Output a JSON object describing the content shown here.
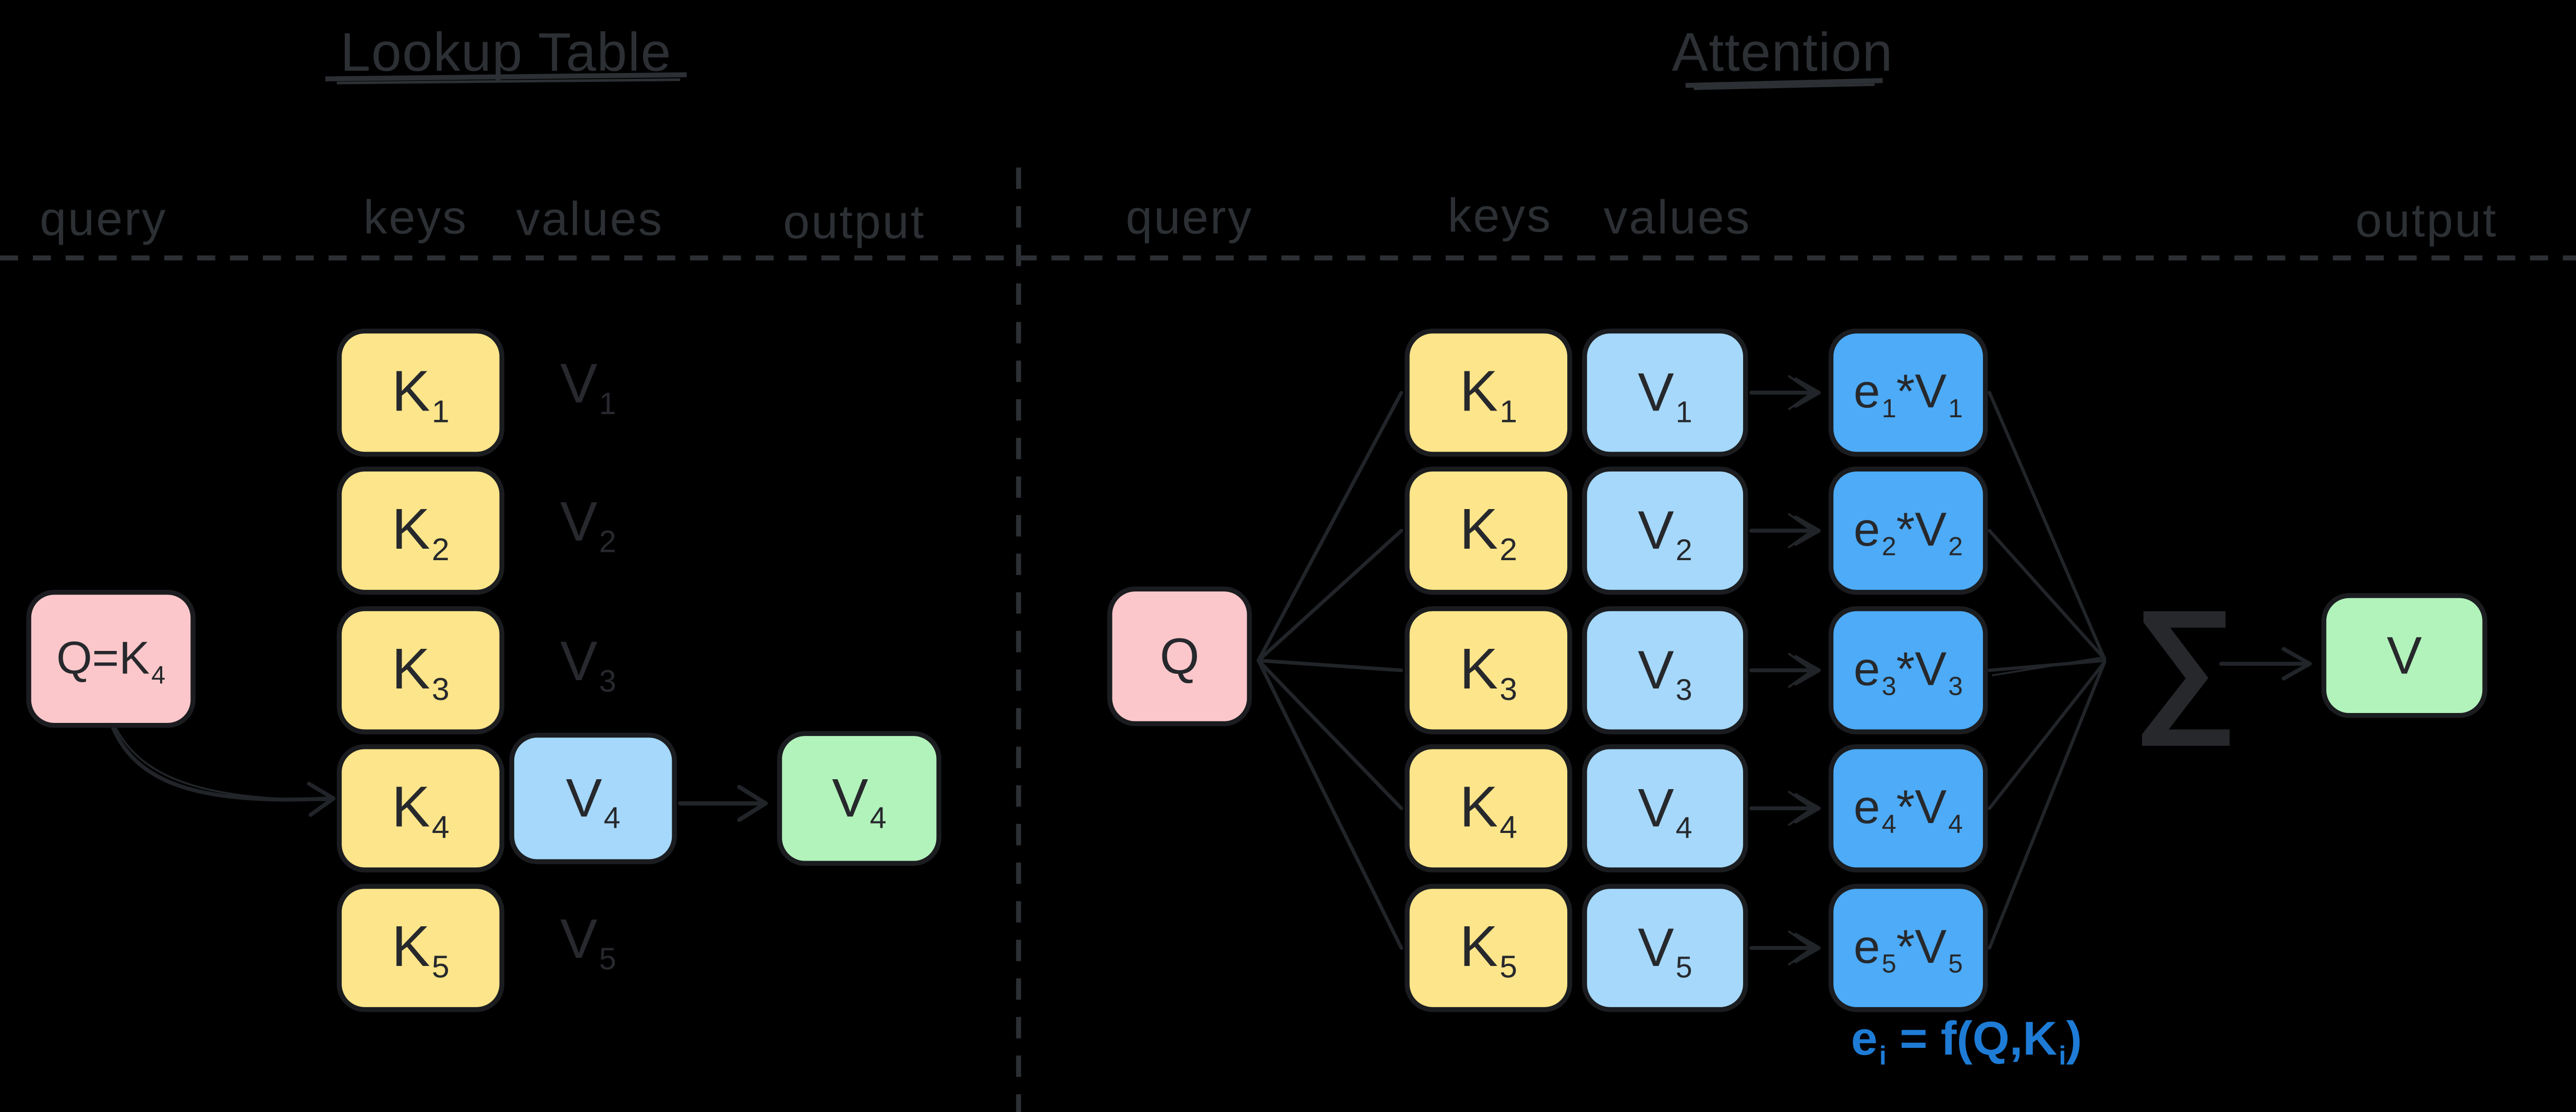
{
  "left": {
    "title": "Lookup Table",
    "headers": [
      "query",
      "keys",
      "values",
      "output"
    ],
    "query_box": {
      "text": "Q=K",
      "sub": "4"
    },
    "keys": [
      {
        "text": "K",
        "sub": "1"
      },
      {
        "text": "K",
        "sub": "2"
      },
      {
        "text": "K",
        "sub": "3"
      },
      {
        "text": "K",
        "sub": "4"
      },
      {
        "text": "K",
        "sub": "5"
      }
    ],
    "ghost_values": [
      {
        "text": "V",
        "sub": "1"
      },
      {
        "text": "V",
        "sub": "2"
      },
      {
        "text": "V",
        "sub": "3"
      },
      {
        "text": "V",
        "sub": "5"
      }
    ],
    "value_box": {
      "text": "V",
      "sub": "4"
    },
    "output_box": {
      "text": "V",
      "sub": "4"
    }
  },
  "right": {
    "title": "Attention",
    "headers": [
      "query",
      "keys",
      "values",
      "output"
    ],
    "query_box": {
      "text": "Q"
    },
    "keys": [
      {
        "text": "K",
        "sub": "1"
      },
      {
        "text": "K",
        "sub": "2"
      },
      {
        "text": "K",
        "sub": "3"
      },
      {
        "text": "K",
        "sub": "4"
      },
      {
        "text": "K",
        "sub": "5"
      }
    ],
    "values": [
      {
        "text": "V",
        "sub": "1"
      },
      {
        "text": "V",
        "sub": "2"
      },
      {
        "text": "V",
        "sub": "3"
      },
      {
        "text": "V",
        "sub": "4"
      },
      {
        "text": "V",
        "sub": "5"
      }
    ],
    "weighted": [
      {
        "e": "e",
        "esub": "1",
        "star": "*",
        "v": "V",
        "vsub": "1"
      },
      {
        "e": "e",
        "esub": "2",
        "star": "*",
        "v": "V",
        "vsub": "2"
      },
      {
        "e": "e",
        "esub": "3",
        "star": "*",
        "v": "V",
        "vsub": "3"
      },
      {
        "e": "e",
        "esub": "4",
        "star": "*",
        "v": "V",
        "vsub": "4"
      },
      {
        "e": "e",
        "esub": "5",
        "star": "*",
        "v": "V",
        "vsub": "5"
      }
    ],
    "sum_symbol": "∑",
    "output_box": {
      "text": "V"
    },
    "formula": {
      "p1": "e",
      "p2": "i",
      "p3": " = f(Q,K",
      "p4": "i",
      "p5": ")"
    }
  },
  "colors": {
    "background": "#000000",
    "box_border": "#1a1c1f",
    "muted_text": "#2c3034",
    "pink_box": "#fbc7ca",
    "yellow_box": "#fce58a",
    "light_blue_box": "#a5d8fa",
    "bright_blue_box": "#4dabf7",
    "green_box": "#b2f2bb",
    "formula_blue": "#1e7cd6"
  }
}
